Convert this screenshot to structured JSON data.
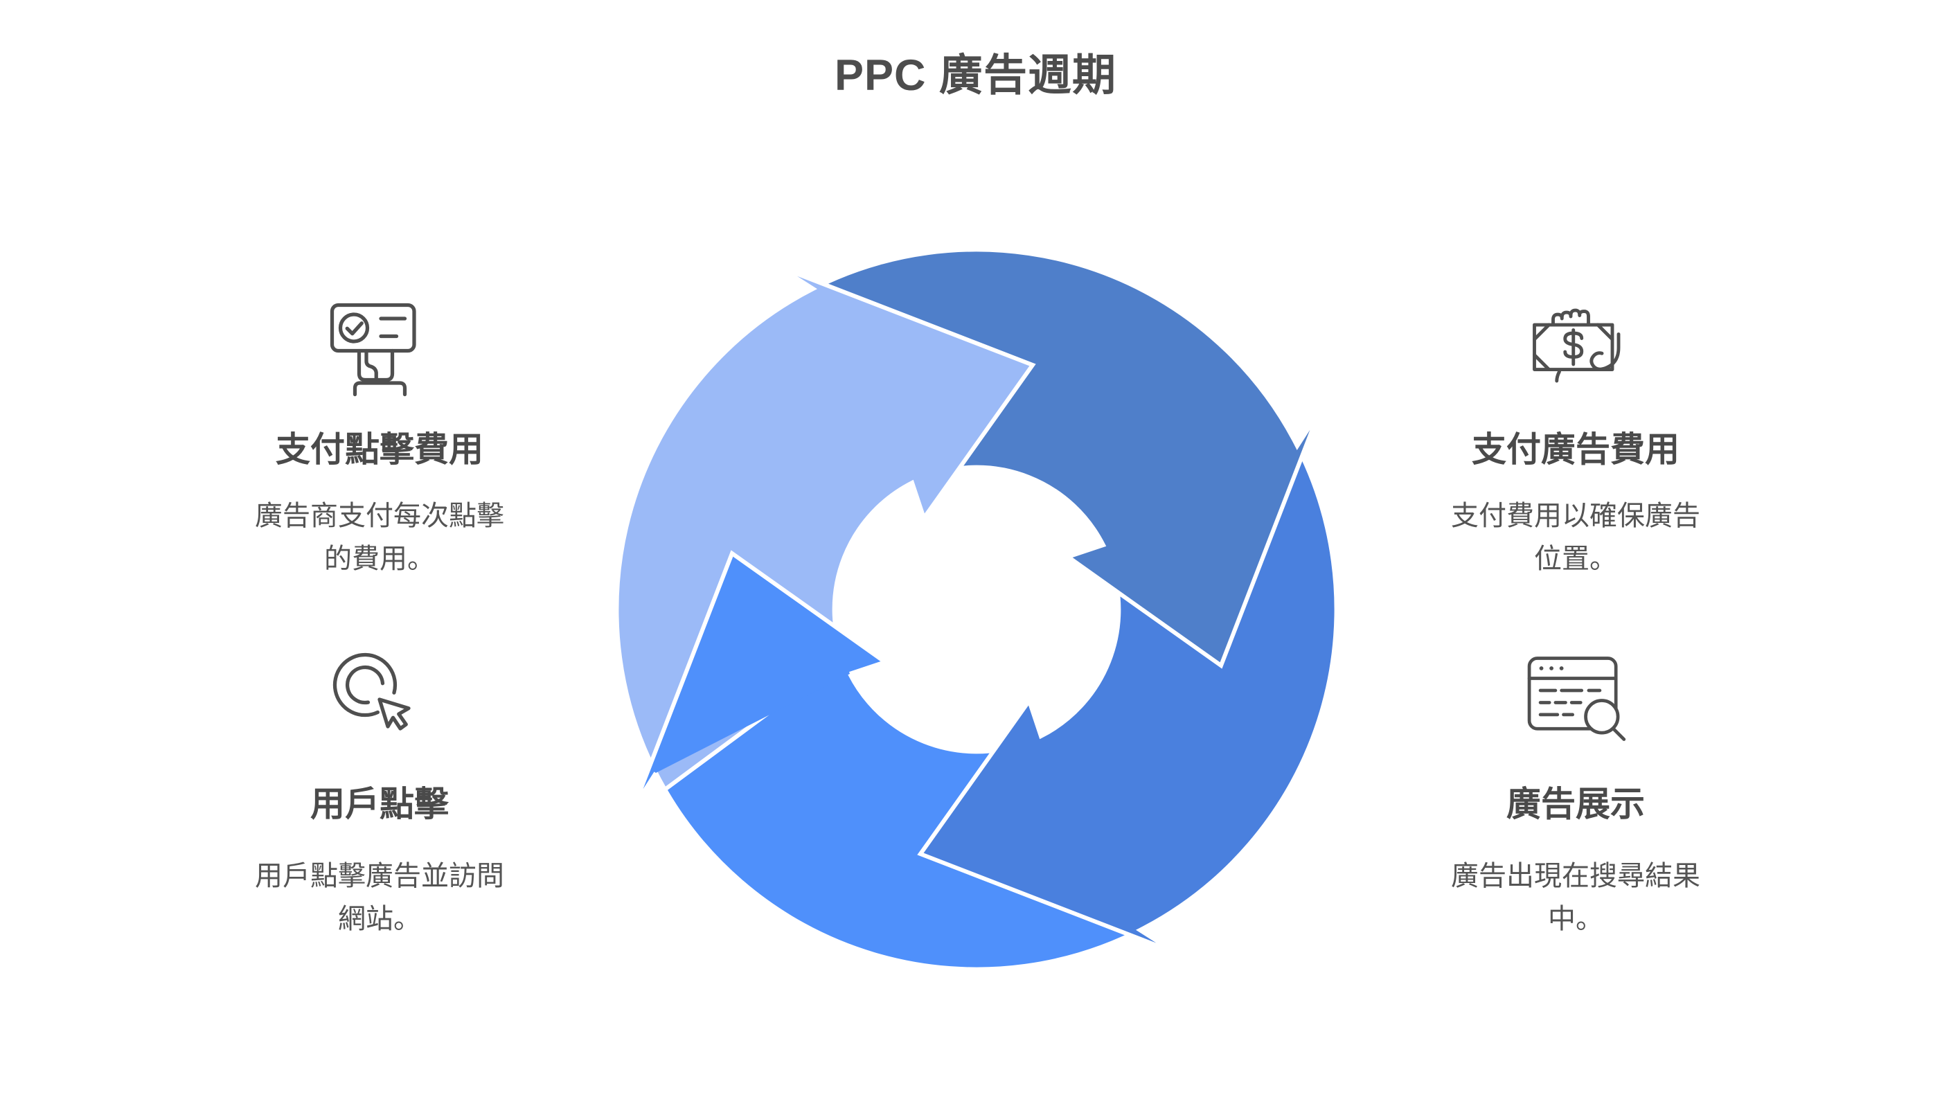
{
  "title": "PPC 廣告週期",
  "colors": {
    "background": "#ffffff",
    "title_text": "#4d4d4d",
    "heading_text": "#4a4a4a",
    "body_text": "#545454",
    "icon_stroke": "#4f4f4f",
    "segment_top_left": "#9bbaf7",
    "segment_top_right": "#4f7fca",
    "segment_bottom_right": "#4a80de",
    "segment_bottom_left": "#4f90fb"
  },
  "cycle": {
    "name": "PPC advertising cycle",
    "direction": "clockwise",
    "segment_names": [
      "top-left",
      "top-right",
      "bottom-right",
      "bottom-left"
    ]
  },
  "items": [
    {
      "position": "top-left",
      "icon": "ad-card-check-hand-icon",
      "heading": "支付點擊費用",
      "desc_lines": [
        "廣告商支付每次點擊",
        "的費用。"
      ],
      "description": "廣告商支付每次點擊的費用。"
    },
    {
      "position": "top-right",
      "icon": "money-hand-icon",
      "heading": "支付廣告費用",
      "desc_lines": [
        "支付費用以確保廣告",
        "位置。"
      ],
      "description": "支付費用以確保廣告位置。"
    },
    {
      "position": "bottom-left",
      "icon": "cursor-click-icon",
      "heading": "用戶點擊",
      "desc_lines": [
        "用戶點擊廣告並訪問",
        "網站。"
      ],
      "description": "用戶點擊廣告並訪問網站。"
    },
    {
      "position": "bottom-right",
      "icon": "browser-search-icon",
      "heading": "廣告展示",
      "desc_lines": [
        "廣告出現在搜尋結果",
        "中。"
      ],
      "description": "廣告出現在搜尋結果中。"
    }
  ]
}
